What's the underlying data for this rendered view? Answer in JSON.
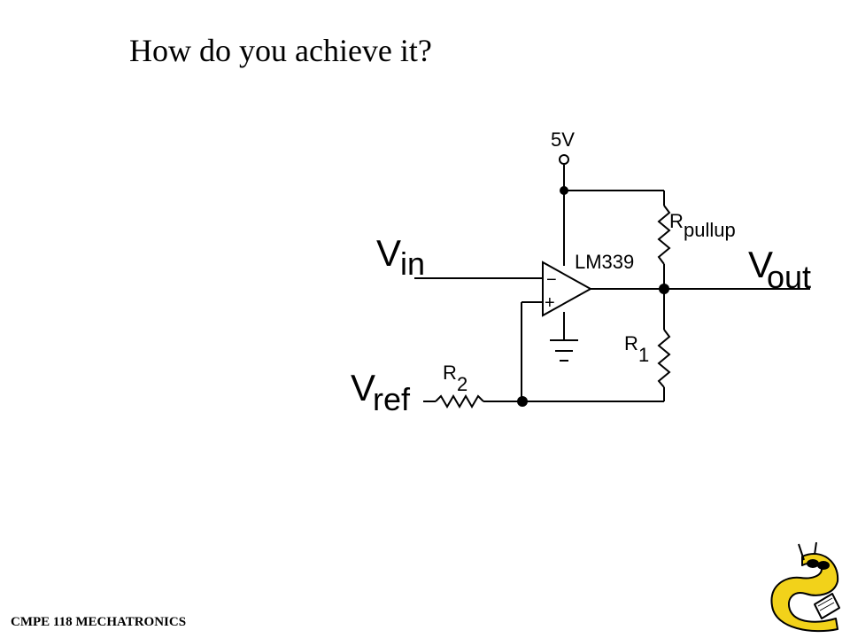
{
  "slide": {
    "title": "How do you achieve it?",
    "footer": "CMPE 118 MECHATRONICS"
  },
  "circuit": {
    "supply_label": "5V",
    "chip_label": "LM339",
    "pullup": {
      "main": "R",
      "sub": "pullup"
    },
    "r1": {
      "main": "R",
      "sub": "1"
    },
    "r2": {
      "main": "R",
      "sub": "2"
    },
    "vin": {
      "main": "V",
      "sub": "in"
    },
    "vout": {
      "main": "V",
      "sub": "out"
    },
    "vref": {
      "main": "V",
      "sub": "ref"
    },
    "minus_sign": "−",
    "plus_sign": "+"
  },
  "logo": {
    "icon": "banana-slug-mascot-icon"
  }
}
